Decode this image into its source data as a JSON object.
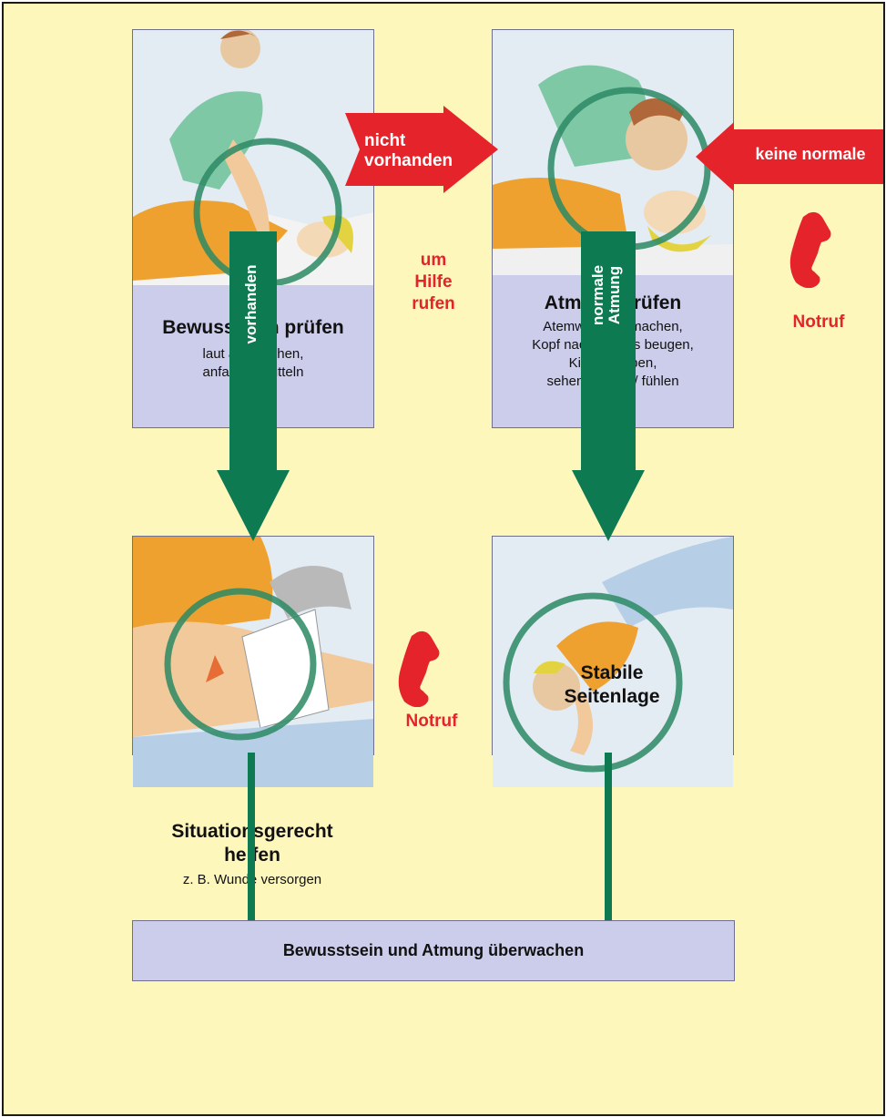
{
  "colors": {
    "background": "#fef7bc",
    "card": "#cbcdea",
    "red": "#e5232b",
    "green": "#0e7a52"
  },
  "steps": {
    "consciousness": {
      "title": "Bewusstsein prüfen",
      "lines": [
        "laut ansprechen,",
        "anfassen, rütteln"
      ]
    },
    "breathing": {
      "title": "Atmung prüfen",
      "lines": [
        "Atemwege freimachen,",
        "Kopf nackenwärts beugen,",
        "Kinn anheben,",
        "sehen / hören / fühlen"
      ]
    },
    "help": {
      "title_lines": [
        "Situationsgerecht",
        "helfen"
      ],
      "sub": "z. B. Wunde versorgen"
    },
    "recovery": {
      "title_lines": [
        "Stabile",
        "Seitenlage"
      ]
    },
    "monitor": {
      "title": "Bewusstsein und Atmung überwachen"
    }
  },
  "arrows": {
    "not_present": [
      "nicht",
      "vorhanden"
    ],
    "not_normal": "keine normale",
    "present": "vorhanden",
    "normal_breathing": [
      "normale",
      "Atmung"
    ]
  },
  "call_for_help": [
    "um",
    "Hilfe",
    "rufen"
  ],
  "emergency_call": "Notruf",
  "icons": [
    "phone-icon"
  ]
}
